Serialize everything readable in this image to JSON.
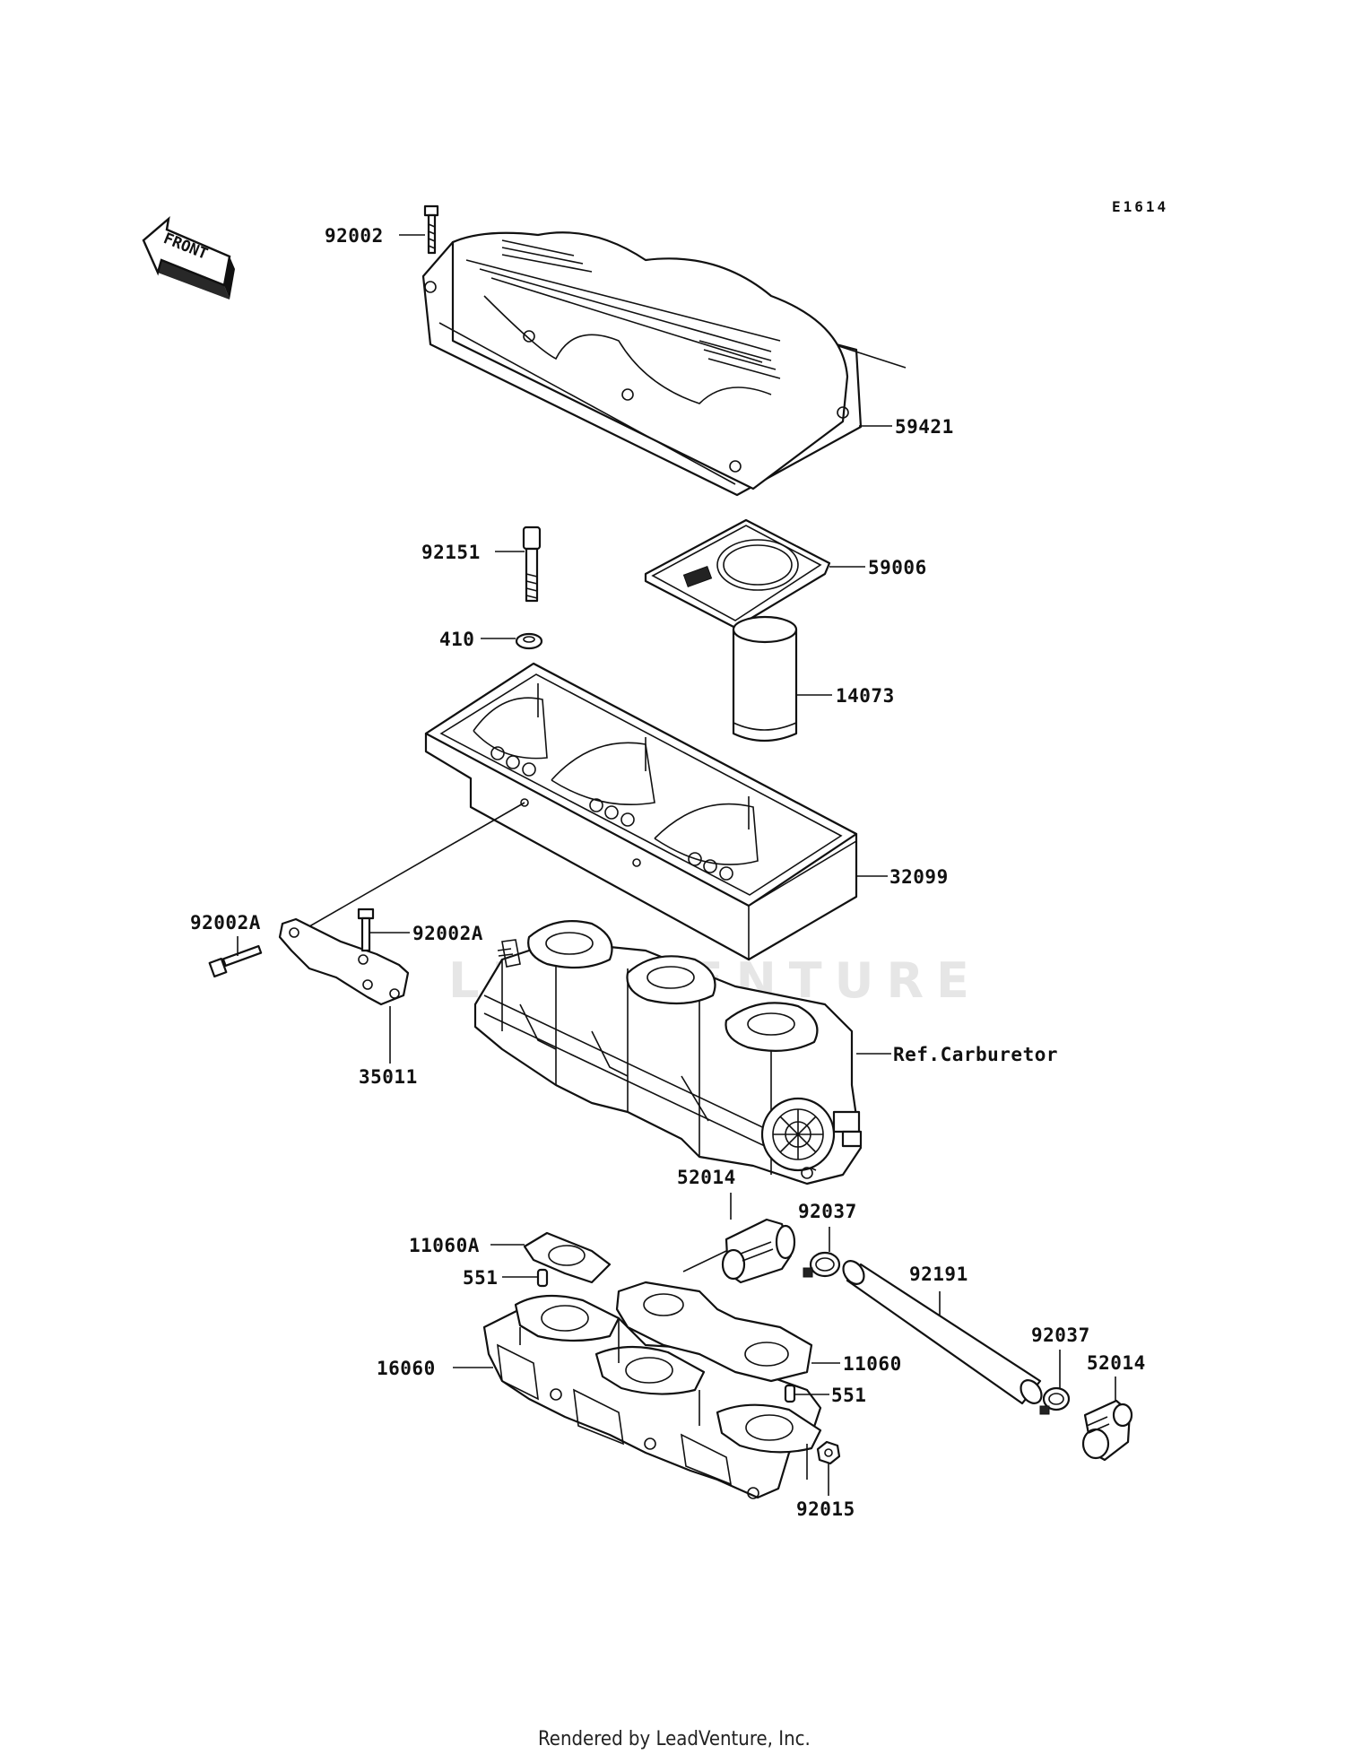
{
  "diagram": {
    "code": "E1614",
    "front_label": "FRONT",
    "watermark": "LEADVENTURE",
    "footer": "Rendered by LeadVenture, Inc.",
    "callouts": [
      {
        "id": "92002-top",
        "label": "92002"
      },
      {
        "id": "59421",
        "label": "59421"
      },
      {
        "id": "92151",
        "label": "92151"
      },
      {
        "id": "59006",
        "label": "59006"
      },
      {
        "id": "410",
        "label": "410"
      },
      {
        "id": "14073",
        "label": "14073"
      },
      {
        "id": "32099",
        "label": "32099"
      },
      {
        "id": "92002A-left",
        "label": "92002A"
      },
      {
        "id": "92002A-right",
        "label": "92002A"
      },
      {
        "id": "35011",
        "label": "35011"
      },
      {
        "id": "ref-carburetor",
        "label": "Ref.Carburetor"
      },
      {
        "id": "52014-top",
        "label": "52014"
      },
      {
        "id": "92037-top",
        "label": "92037"
      },
      {
        "id": "11060A",
        "label": "11060A"
      },
      {
        "id": "551-top",
        "label": "551"
      },
      {
        "id": "92191",
        "label": "92191"
      },
      {
        "id": "16060",
        "label": "16060"
      },
      {
        "id": "11060",
        "label": "11060"
      },
      {
        "id": "92037-right",
        "label": "92037"
      },
      {
        "id": "52014-right",
        "label": "52014"
      },
      {
        "id": "551-bottom",
        "label": "551"
      },
      {
        "id": "92015",
        "label": "92015"
      }
    ]
  }
}
